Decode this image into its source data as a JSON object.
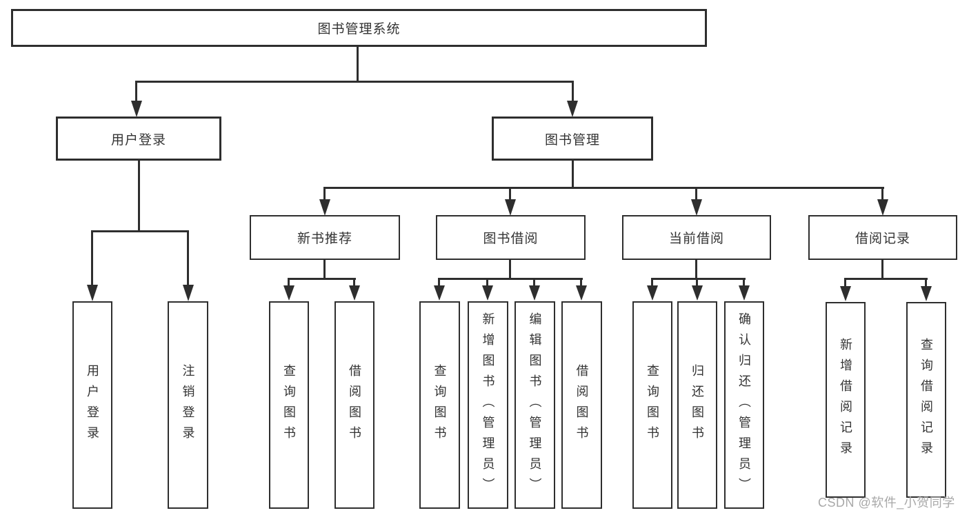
{
  "tree": {
    "root": {
      "label": "图书管理系统",
      "children": [
        {
          "label": "用户登录",
          "children": [
            {
              "label": "用户登录"
            },
            {
              "label": "注销登录"
            }
          ]
        },
        {
          "label": "图书管理",
          "children": [
            {
              "label": "新书推荐",
              "children": [
                {
                  "label": "查询图书"
                },
                {
                  "label": "借阅图书"
                }
              ]
            },
            {
              "label": "图书借阅",
              "children": [
                {
                  "label": "查询图书"
                },
                {
                  "label": "新增图书（管理员）"
                },
                {
                  "label": "编辑图书（管理员）"
                },
                {
                  "label": "借阅图书"
                }
              ]
            },
            {
              "label": "当前借阅",
              "children": [
                {
                  "label": "查询图书"
                },
                {
                  "label": "归还图书"
                },
                {
                  "label": "确认归还（管理员）"
                }
              ]
            },
            {
              "label": "借阅记录",
              "children": [
                {
                  "label": "新增借阅记录"
                },
                {
                  "label": "查询借阅记录"
                }
              ]
            }
          ]
        }
      ]
    }
  },
  "watermark": {
    "text": "CSDN @软件_小贺同学"
  },
  "colors": {
    "line": "#2e2e2e",
    "text": "#333333",
    "watermark": "#a8a8a8",
    "bg": "#ffffff"
  }
}
